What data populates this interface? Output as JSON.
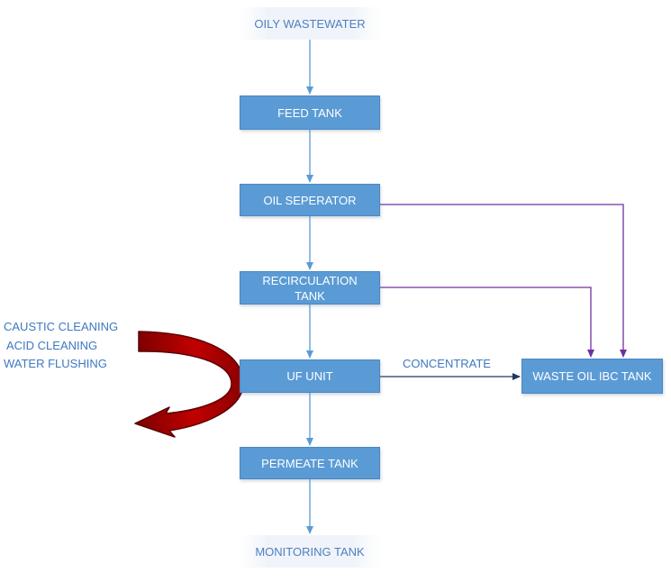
{
  "nodes": {
    "oily_wastewater": "OILY WASTEWATER",
    "feed_tank": "FEED TANK",
    "oil_separator": "OIL SEPERATOR",
    "recirculation_tank": "RECIRCULATION\nTANK",
    "uf_unit": "UF UNIT",
    "permeate_tank": "PERMEATE TANK",
    "monitoring_tank": "MONITORING TANK",
    "waste_oil_ibc_tank": "WASTE OIL IBC TANK"
  },
  "edge_labels": {
    "concentrate": "CONCENTRATE"
  },
  "cleaning_notes": [
    "CAUSTIC CLEANING",
    "ACID CLEANING",
    "WATER FLUSHING"
  ],
  "colors": {
    "box_fill": "#5b9bd5",
    "flow_arrow": "#5b9bd5",
    "waste_line": "#7030a0",
    "concentrate_line": "#1f3864",
    "cleaning_arrow": "#c00000",
    "text_blue": "#3f78c0"
  },
  "icons": {
    "cleaning_arrow": "curved-return-arrow"
  }
}
